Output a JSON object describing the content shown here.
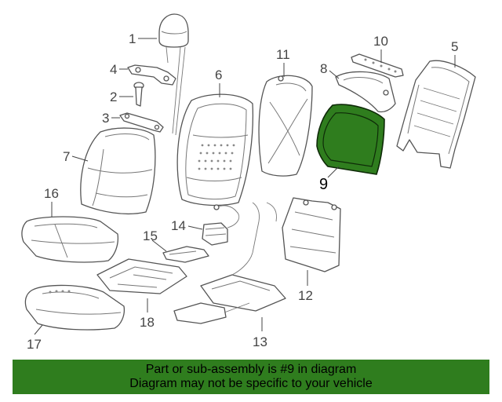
{
  "callouts": {
    "c1": "1",
    "c2": "2",
    "c3": "3",
    "c4": "4",
    "c5": "5",
    "c6": "6",
    "c7": "7",
    "c8": "8",
    "c9": "9",
    "c10": "10",
    "c11": "11",
    "c12": "12",
    "c13": "13",
    "c14": "14",
    "c15": "15",
    "c16": "16",
    "c17": "17",
    "c18": "18"
  },
  "highlight": {
    "part_number": "9",
    "color": "#2f7d1e",
    "outline": "#0e2a08"
  },
  "banner": {
    "line1": "Part or sub-assembly is #9 in diagram",
    "line2": "Diagram may not be specific to your vehicle",
    "background": "#2f7d1e"
  }
}
